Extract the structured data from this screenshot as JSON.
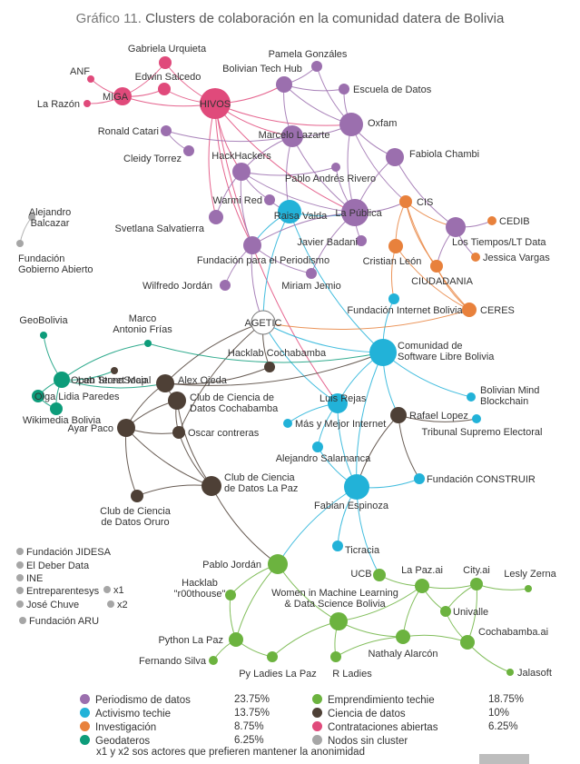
{
  "title": {
    "prefix": "Gráfico 11.",
    "text": "Clusters de colaboración en la comunidad datera de Bolivia"
  },
  "colors": {
    "periodismo": "#9b6fae",
    "activismo": "#22b2d8",
    "investigacion": "#e8813c",
    "geodateros": "#0d9c7a",
    "emprendimiento": "#6cb33f",
    "ciencia": "#4e4036",
    "contrataciones": "#e04a7b",
    "sin_cluster": "#a6a6a6",
    "agetic": "#ffffff"
  },
  "nodes": [
    {
      "id": "anf",
      "label": "ANF",
      "g": "contrataciones",
      "r": 4
    },
    {
      "id": "larazon",
      "label": "La Razón",
      "g": "contrataciones",
      "r": 4
    },
    {
      "id": "miga",
      "label": "MIGA",
      "g": "contrataciones",
      "r": 10
    },
    {
      "id": "gabriela",
      "label": "Gabriela Urquieta",
      "g": "contrataciones",
      "r": 7
    },
    {
      "id": "edwin",
      "label": "Edwin Salcedo",
      "g": "contrataciones",
      "r": 7
    },
    {
      "id": "hivos",
      "label": "HIVOS",
      "g": "contrataciones",
      "r": 17
    },
    {
      "id": "pamela",
      "label": "Pamela Gonzáles",
      "g": "periodismo",
      "r": 6
    },
    {
      "id": "bth",
      "label": "Bolivian Tech Hub",
      "g": "periodismo",
      "r": 9
    },
    {
      "id": "escuela",
      "label": "Escuela de Datos",
      "g": "periodismo",
      "r": 6
    },
    {
      "id": "oxfam",
      "label": "Oxfam",
      "g": "periodismo",
      "r": 13
    },
    {
      "id": "ronald",
      "label": "Ronald Catari",
      "g": "periodismo",
      "r": 6
    },
    {
      "id": "marcelo",
      "label": "Marcelo Lazarte",
      "g": "periodismo",
      "r": 12
    },
    {
      "id": "cleidy",
      "label": "Cleidy Torrez",
      "g": "periodismo",
      "r": 6
    },
    {
      "id": "fabiola",
      "label": "Fabiola Chambi",
      "g": "periodismo",
      "r": 10
    },
    {
      "id": "hackhackers",
      "label": "HackHackers",
      "g": "periodismo",
      "r": 10
    },
    {
      "id": "pabloandres",
      "label": "Pablo Andrés Rivero",
      "g": "periodismo",
      "r": 5
    },
    {
      "id": "warmi",
      "label": "Warmi Red",
      "g": "periodismo",
      "r": 6
    },
    {
      "id": "raisa",
      "label": "Raisa Valda",
      "g": "activismo",
      "r": 13
    },
    {
      "id": "lapublica",
      "label": "La Pública",
      "g": "periodismo",
      "r": 15
    },
    {
      "id": "cis",
      "label": "CIS",
      "g": "investigacion",
      "r": 7
    },
    {
      "id": "svetlana",
      "label": "Svetlana Salvatierra",
      "g": "periodismo",
      "r": 8
    },
    {
      "id": "javier",
      "label": "Javier Badani",
      "g": "periodismo",
      "r": 6
    },
    {
      "id": "lostiempos",
      "label": "Los Tiempos/LT Data",
      "g": "periodismo",
      "r": 11
    },
    {
      "id": "cedib",
      "label": "CEDIB",
      "g": "investigacion",
      "r": 5
    },
    {
      "id": "fundperiodismo",
      "label": "Fundación para el Periodismo",
      "g": "periodismo",
      "r": 10
    },
    {
      "id": "cristian",
      "label": "Cristian León",
      "g": "investigacion",
      "r": 8
    },
    {
      "id": "jessica",
      "label": "Jessica Vargas",
      "g": "investigacion",
      "r": 5
    },
    {
      "id": "wilfredo",
      "label": "Wilfredo Jordán",
      "g": "periodismo",
      "r": 6
    },
    {
      "id": "miriam",
      "label": "Miriam Jemio",
      "g": "periodismo",
      "r": 6
    },
    {
      "id": "ciudadania",
      "label": "CIUDADANIA",
      "g": "investigacion",
      "r": 7
    },
    {
      "id": "fib",
      "label": "Fundación Internet Bolivia",
      "g": "activismo",
      "r": 6
    },
    {
      "id": "ceres",
      "label": "CERES",
      "g": "investigacion",
      "r": 8
    },
    {
      "id": "agetic",
      "label": "AGETIC",
      "g": "agetic",
      "r": 13
    },
    {
      "id": "marco",
      "label": "Marco Antonio Frías",
      "g": "geodateros",
      "r": 4
    },
    {
      "id": "geobolivia",
      "label": "GeoBolivia",
      "g": "geodateros",
      "r": 4
    },
    {
      "id": "osm",
      "label": "Open Street Map",
      "g": "geodateros",
      "r": 9
    },
    {
      "id": "olga",
      "label": "Olga Lidia Paredes",
      "g": "geodateros",
      "r": 7
    },
    {
      "id": "wikimedia",
      "label": "Wikimedia Bolivia",
      "g": "geodateros",
      "r": 7
    },
    {
      "id": "labtecno",
      "label": "Lab TecnoSocial",
      "g": "ciencia",
      "r": 4
    },
    {
      "id": "hackcbba",
      "label": "Hacklab Cochabamba",
      "g": "ciencia",
      "r": 6
    },
    {
      "id": "alexojeda",
      "label": "Alex Ojeda",
      "g": "ciencia",
      "r": 10
    },
    {
      "id": "csl",
      "label": "Comunidad de Software Libre Bolivia",
      "g": "activismo",
      "r": 15
    },
    {
      "id": "bmb",
      "label": "Bolivian Mind Blockchain",
      "g": "activismo",
      "r": 5
    },
    {
      "id": "clubcbba",
      "label": "Club de Ciencia de Datos Cochabamba",
      "g": "ciencia",
      "r": 10
    },
    {
      "id": "luisrejas",
      "label": "Luis Rejas",
      "g": "activismo",
      "r": 11
    },
    {
      "id": "ayarpaco",
      "label": "Ayar Paco",
      "g": "ciencia",
      "r": 10
    },
    {
      "id": "oscar",
      "label": "Oscar contreras",
      "g": "ciencia",
      "r": 7
    },
    {
      "id": "masymejor",
      "label": "Más y Mejor Internet",
      "g": "activismo",
      "r": 5
    },
    {
      "id": "rafael",
      "label": "Rafael Lopez",
      "g": "ciencia",
      "r": 9
    },
    {
      "id": "tse",
      "label": "Tribunal Supremo Electoral",
      "g": "activismo",
      "r": 5
    },
    {
      "id": "alejandro",
      "label": "Alejandro Salamanca",
      "g": "activismo",
      "r": 6
    },
    {
      "id": "clublapaz",
      "label": "Club de Ciencia de Datos La Paz",
      "g": "ciencia",
      "r": 11
    },
    {
      "id": "construir",
      "label": "Fundación CONSTRUIR",
      "g": "activismo",
      "r": 6
    },
    {
      "id": "cluboruro",
      "label": "Club de Ciencia de Datos Oruro",
      "g": "ciencia",
      "r": 7
    },
    {
      "id": "fabian",
      "label": "Fabian Espinoza",
      "g": "activismo",
      "r": 14
    },
    {
      "id": "ticracia",
      "label": "Ticracia",
      "g": "activismo",
      "r": 6
    },
    {
      "id": "pablojordan",
      "label": "Pablo Jordán",
      "g": "emprendimiento",
      "r": 11
    },
    {
      "id": "ucb",
      "label": "UCB",
      "g": "emprendimiento",
      "r": 7
    },
    {
      "id": "lapazai",
      "label": "La Paz.ai",
      "g": "emprendimiento",
      "r": 8
    },
    {
      "id": "cityai",
      "label": "City.ai",
      "g": "emprendimiento",
      "r": 7
    },
    {
      "id": "lesly",
      "label": "Lesly Zerna",
      "g": "emprendimiento",
      "r": 4
    },
    {
      "id": "hacklab00",
      "label": "Hacklab \"r00thouse\"",
      "g": "emprendimiento",
      "r": 6
    },
    {
      "id": "wiml",
      "label": "Women in Machine Learning & Data Science Bolivia",
      "g": "emprendimiento",
      "r": 10
    },
    {
      "id": "univalle",
      "label": "Univalle",
      "g": "emprendimiento",
      "r": 6
    },
    {
      "id": "cbbaai",
      "label": "Cochabamba.ai",
      "g": "emprendimiento",
      "r": 8
    },
    {
      "id": "nathaly",
      "label": "Nathaly Alarcón",
      "g": "emprendimiento",
      "r": 8
    },
    {
      "id": "pythonlp",
      "label": "Python La Paz",
      "g": "emprendimiento",
      "r": 8
    },
    {
      "id": "fernando",
      "label": "Fernando Silva",
      "g": "emprendimiento",
      "r": 5
    },
    {
      "id": "pyladies",
      "label": "Py Ladies La Paz",
      "g": "emprendimiento",
      "r": 6
    },
    {
      "id": "rladies",
      "label": "R Ladies",
      "g": "emprendimiento",
      "r": 6
    },
    {
      "id": "jalasoft",
      "label": "Jalasoft",
      "g": "emprendimiento",
      "r": 4
    },
    {
      "id": "alejandrob",
      "label": "Alejandro Balcazar",
      "g": "sin_cluster",
      "r": 4
    },
    {
      "id": "fga",
      "label": "Fundación Gobierno Abierto",
      "g": "sin_cluster",
      "r": 4
    }
  ],
  "edges": [
    [
      "anf",
      "miga"
    ],
    [
      "larazon",
      "miga"
    ],
    [
      "miga",
      "gabriela"
    ],
    [
      "miga",
      "edwin"
    ],
    [
      "miga",
      "hivos"
    ],
    [
      "gabriela",
      "hivos"
    ],
    [
      "edwin",
      "hivos"
    ],
    [
      "hivos",
      "bth"
    ],
    [
      "hivos",
      "marcelo"
    ],
    [
      "hivos",
      "oxfam"
    ],
    [
      "hivos",
      "hackhackers"
    ],
    [
      "hivos",
      "lapublica"
    ],
    [
      "hivos",
      "fundperiodismo"
    ],
    [
      "hivos",
      "luisrejas"
    ],
    [
      "hivos",
      "svetlana"
    ],
    [
      "bth",
      "pamela"
    ],
    [
      "bth",
      "escuela"
    ],
    [
      "bth",
      "oxfam"
    ],
    [
      "bth",
      "marcelo"
    ],
    [
      "pamela",
      "oxfam"
    ],
    [
      "escuela",
      "oxfam"
    ],
    [
      "ronald",
      "cleidy"
    ],
    [
      "ronald",
      "marcelo"
    ],
    [
      "marcelo",
      "oxfam"
    ],
    [
      "marcelo",
      "hackhackers"
    ],
    [
      "marcelo",
      "raisa"
    ],
    [
      "marcelo",
      "lapublica"
    ],
    [
      "oxfam",
      "fabiola"
    ],
    [
      "oxfam",
      "lapublica"
    ],
    [
      "oxfam",
      "cis"
    ],
    [
      "fabiola",
      "lostiempos"
    ],
    [
      "fabiola",
      "lapublica"
    ],
    [
      "hackhackers",
      "warmi"
    ],
    [
      "hackhackers",
      "svetlana"
    ],
    [
      "hackhackers",
      "lapublica"
    ],
    [
      "hackhackers",
      "pabloandres"
    ],
    [
      "hackhackers",
      "fundperiodismo"
    ],
    [
      "pabloandres",
      "lapublica"
    ],
    [
      "warmi",
      "raisa"
    ],
    [
      "raisa",
      "lapublica"
    ],
    [
      "raisa",
      "fundperiodismo"
    ],
    [
      "raisa",
      "csl"
    ],
    [
      "raisa",
      "agetic"
    ],
    [
      "lapublica",
      "javier"
    ],
    [
      "lapublica",
      "cis"
    ],
    [
      "lapublica",
      "fundperiodismo"
    ],
    [
      "lapublica",
      "miriam"
    ],
    [
      "cis",
      "cristian"
    ],
    [
      "cis",
      "lostiempos"
    ],
    [
      "cis",
      "ceres"
    ],
    [
      "cis",
      "ciudadania"
    ],
    [
      "lostiempos",
      "cedib"
    ],
    [
      "lostiempos",
      "jessica"
    ],
    [
      "lostiempos",
      "ciudadania"
    ],
    [
      "cristian",
      "fib"
    ],
    [
      "cristian",
      "ceres"
    ],
    [
      "ciudadania",
      "ceres"
    ],
    [
      "fundperiodismo",
      "wilfredo"
    ],
    [
      "fundperiodismo",
      "agetic"
    ],
    [
      "fundperiodismo",
      "miriam"
    ],
    [
      "fib",
      "csl"
    ],
    [
      "agetic",
      "csl"
    ],
    [
      "agetic",
      "luisrejas"
    ],
    [
      "agetic",
      "alexojeda"
    ],
    [
      "agetic",
      "hackcbba"
    ],
    [
      "agetic",
      "ceres"
    ],
    [
      "agetic",
      "oscar"
    ],
    [
      "marco",
      "osm"
    ],
    [
      "marco",
      "csl"
    ],
    [
      "geobolivia",
      "osm"
    ],
    [
      "osm",
      "olga"
    ],
    [
      "osm",
      "wikimedia"
    ],
    [
      "osm",
      "alexojeda"
    ],
    [
      "olga",
      "wikimedia"
    ],
    [
      "osm",
      "labtecno"
    ],
    [
      "alexojeda",
      "hackcbba"
    ],
    [
      "alexojeda",
      "clubcbba"
    ],
    [
      "alexojeda",
      "ayarpaco"
    ],
    [
      "alexojeda",
      "csl"
    ],
    [
      "clubcbba",
      "ayarpaco"
    ],
    [
      "clubcbba",
      "oscar"
    ],
    [
      "clubcbba",
      "clublapaz"
    ],
    [
      "ayarpaco",
      "oscar"
    ],
    [
      "ayarpaco",
      "clublapaz"
    ],
    [
      "ayarpaco",
      "cluboruro"
    ],
    [
      "oscar",
      "clublapaz"
    ],
    [
      "clublapaz",
      "cluboruro"
    ],
    [
      "clublapaz",
      "pablojordan"
    ],
    [
      "csl",
      "luisrejas"
    ],
    [
      "csl",
      "bmb"
    ],
    [
      "csl",
      "rafael"
    ],
    [
      "csl",
      "fabian"
    ],
    [
      "luisrejas",
      "masymejor"
    ],
    [
      "luisrejas",
      "fabian"
    ],
    [
      "luisrejas",
      "alejandro"
    ],
    [
      "rafael",
      "tse"
    ],
    [
      "rafael",
      "construir"
    ],
    [
      "rafael",
      "fabian"
    ],
    [
      "alejandro",
      "fabian"
    ],
    [
      "fabian",
      "construir"
    ],
    [
      "fabian",
      "ticracia"
    ],
    [
      "fabian",
      "pablojordan"
    ],
    [
      "fabian",
      "ucb"
    ],
    [
      "pablojordan",
      "hacklab00"
    ],
    [
      "pablojordan",
      "wiml"
    ],
    [
      "pablojordan",
      "pythonlp"
    ],
    [
      "wiml",
      "pyladies"
    ],
    [
      "wiml",
      "rladies"
    ],
    [
      "wiml",
      "nathaly"
    ],
    [
      "wiml",
      "lapazai"
    ],
    [
      "ucb",
      "lapazai"
    ],
    [
      "lapazai",
      "cityai"
    ],
    [
      "lapazai",
      "univalle"
    ],
    [
      "lapazai",
      "nathaly"
    ],
    [
      "cityai",
      "lesly"
    ],
    [
      "cityai",
      "univalle"
    ],
    [
      "univalle",
      "cbbaai"
    ],
    [
      "cbbaai",
      "nathaly"
    ],
    [
      "cbbaai",
      "jalasoft"
    ],
    [
      "cbbaai",
      "cityai"
    ],
    [
      "nathaly",
      "rladies"
    ],
    [
      "pythonlp",
      "fernando"
    ],
    [
      "pythonlp",
      "pyladies"
    ],
    [
      "hacklab00",
      "pythonlp"
    ],
    [
      "alejandrob",
      "fga"
    ]
  ],
  "isolated": [
    {
      "label": "Fundación JIDESA"
    },
    {
      "label": "El Deber Data"
    },
    {
      "label": "INE"
    },
    {
      "label": "Entreparentesys"
    },
    {
      "label": "José Chuve"
    },
    {
      "label": "Fundación ARU"
    },
    {
      "label": "x1"
    },
    {
      "label": "x2"
    }
  ],
  "legend": [
    {
      "label": "Periodismo de datos",
      "pct": "23.75%",
      "g": "periodismo"
    },
    {
      "label": "Activismo techie",
      "pct": "13.75%",
      "g": "activismo"
    },
    {
      "label": "Investigación",
      "pct": "8.75%",
      "g": "investigacion"
    },
    {
      "label": "Geodateros",
      "pct": "6.25%",
      "g": "geodateros"
    },
    {
      "label": "Emprendimiento techie",
      "pct": "18.75%",
      "g": "emprendimiento"
    },
    {
      "label": "Ciencia de datos",
      "pct": "10%",
      "g": "ciencia"
    },
    {
      "label": "Contrataciones abiertas",
      "pct": "6.25%",
      "g": "contrataciones"
    },
    {
      "label": "Nodos sin cluster",
      "pct": "",
      "g": "sin_cluster"
    }
  ],
  "legend_note": "x1 y x2 sos actores que prefieren mantener la anonimidad"
}
